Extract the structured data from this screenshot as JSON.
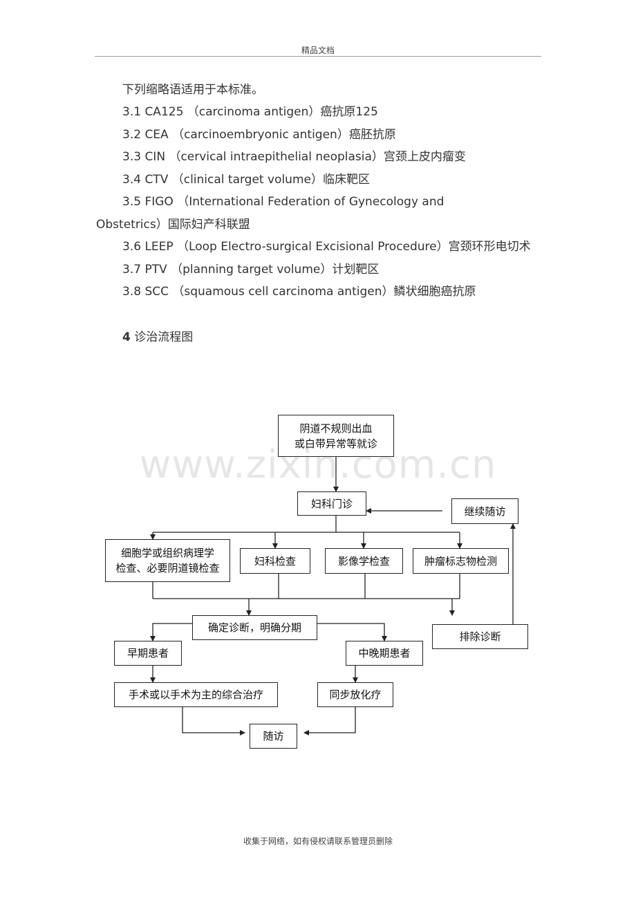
{
  "header": {
    "text": "精品文档"
  },
  "intro": "下列缩略语适用于本标准。",
  "abbreviations": [
    "3.1 CA125 （carcinoma antigen）癌抗原125",
    "3.2 CEA （carcinoembryonic antigen）癌胚抗原",
    "3.3 CIN （cervical intraepithelial neoplasia）宫颈上皮内瘤变",
    "3.4 CTV （clinical target volume）临床靶区",
    "3.5 FIGO （International Federation of Gynecology and",
    "Obstetrics）国际妇产科联盟",
    "3.6 LEEP （Loop Electro-surgical Excisional Procedure）宫颈环形电切术",
    "3.7 PTV （planning target volume）计划靶区",
    "3.8 SCC （squamous cell carcinoma antigen）鳞状细胞癌抗原"
  ],
  "section": {
    "number": "4",
    "title": "诊治流程图"
  },
  "watermark": "www.zixin.com.cn",
  "flowchart": {
    "start_line1": "阴道不规则出血",
    "start_line2": "或白带异常等就诊",
    "clinic": "妇科门诊",
    "followup_continue": "继续随访",
    "cytology_line1": "细胞学或组织病理学",
    "cytology_line2": "检查、必要阴道镜检查",
    "gyn_exam": "妇科检查",
    "imaging": "影像学检查",
    "tumor_marker": "肿瘤标志物检测",
    "diagnosis": "确定诊断，明确分期",
    "exclude": "排除诊断",
    "early": "早期患者",
    "mid_late": "中晚期患者",
    "surgery": "手术或以手术为主的综合治疗",
    "chemoradio": "同步放化疗",
    "followup": "随访"
  },
  "footer": {
    "text": "收集于网络，如有侵权请联系管理员删除"
  }
}
